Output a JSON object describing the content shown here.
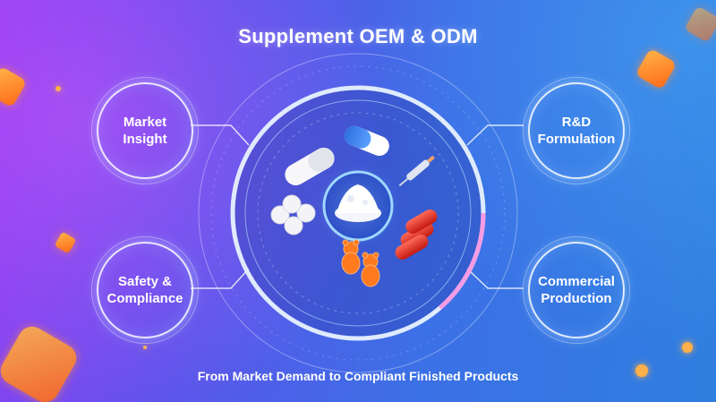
{
  "title": "Supplement OEM & ODM",
  "nodes": {
    "market_insight": "Market\nInsight",
    "rd_formulation": "R&D\nFormulation",
    "safety_compliance": "Safety &\nCompliance",
    "commercial_production": "Commercial\nProduction"
  },
  "footer": "From Market Demand to Compliant Finished Products",
  "colors": {
    "accent_glow": "#cfe6ff",
    "capsule_blue": "#2f6fe0",
    "gummy_orange": "#ff7a1f",
    "softgel_red": "#e0251c"
  },
  "icons": [
    "capsule-icon",
    "tablet-icon",
    "powder-icon",
    "syringe-icon",
    "softgel-icon",
    "gummy-bear-icon"
  ]
}
